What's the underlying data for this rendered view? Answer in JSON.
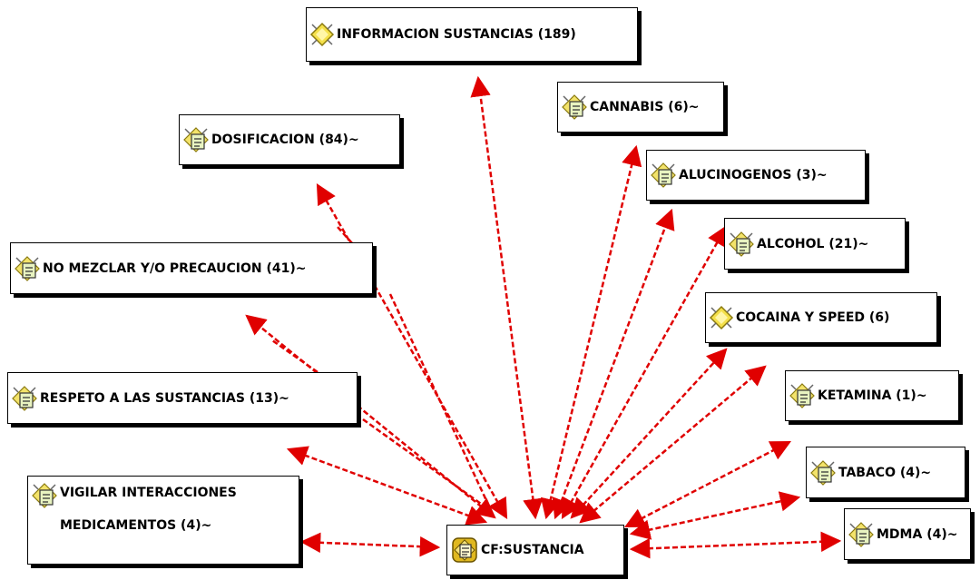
{
  "diagram": {
    "center": {
      "label": "CF:SUSTANCIA",
      "icon": "family-code-icon"
    },
    "nodes": [
      {
        "id": "informacion",
        "label": "INFORMACION SUSTANCIAS (189)",
        "icon": "code-family-diamond-icon"
      },
      {
        "id": "cannabis",
        "label": "CANNABIS (6)~",
        "icon": "code-note-icon"
      },
      {
        "id": "dosificacion",
        "label": "DOSIFICACION (84)~",
        "icon": "code-note-icon"
      },
      {
        "id": "alucinogenos",
        "label": "ALUCINOGENOS (3)~",
        "icon": "code-note-icon"
      },
      {
        "id": "alcohol",
        "label": "ALCOHOL (21)~",
        "icon": "code-note-icon"
      },
      {
        "id": "no-mezclar",
        "label": "NO MEZCLAR Y/O PRECAUCION (41)~",
        "icon": "code-note-icon"
      },
      {
        "id": "cocaina",
        "label": "COCAINA Y SPEED (6)",
        "icon": "code-family-diamond-icon"
      },
      {
        "id": "respeto",
        "label": "RESPETO A LAS SUSTANCIAS (13)~",
        "icon": "code-note-icon"
      },
      {
        "id": "ketamina",
        "label": "KETAMINA (1)~",
        "icon": "code-note-icon"
      },
      {
        "id": "tabaco",
        "label": "TABACO (4)~",
        "icon": "code-note-icon"
      },
      {
        "id": "vigilar",
        "label": "VIGILAR INTERACCIONES\nMEDICAMENTOS (4)~",
        "icon": "code-note-icon"
      },
      {
        "id": "mdma",
        "label": "MDMA (4)~",
        "icon": "code-note-icon"
      }
    ],
    "link_color": "#e00000"
  }
}
